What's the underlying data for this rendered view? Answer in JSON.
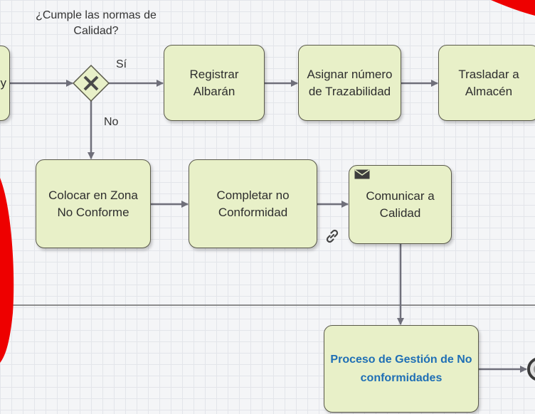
{
  "gateway": {
    "question": "¿Cumple las normas de Calidad?",
    "yes_label": "Sí",
    "no_label": "No"
  },
  "tasks": {
    "partial_left": "y",
    "registrar": "Registrar Albarán",
    "asignar": "Asignar número de Trazabilidad",
    "trasladar": "Trasladar a Almacén",
    "colocar": "Colocar en Zona No Conforme",
    "completar": "Completar no Conformidad",
    "comunicar": "Comunicar a Calidad",
    "proceso": "Proceso de Gestión de No conformidades"
  },
  "icons": {
    "message": "envelope-icon",
    "link": "link-icon",
    "gateway": "exclusive-gateway-x-icon",
    "end_event": "end-event-icon"
  },
  "colors": {
    "task_fill": "#e8f0c8",
    "task_border": "#59594a",
    "subprocess_text": "#1f6fb5",
    "accent_red": "#ee0000",
    "connector": "#6f6f7a"
  }
}
